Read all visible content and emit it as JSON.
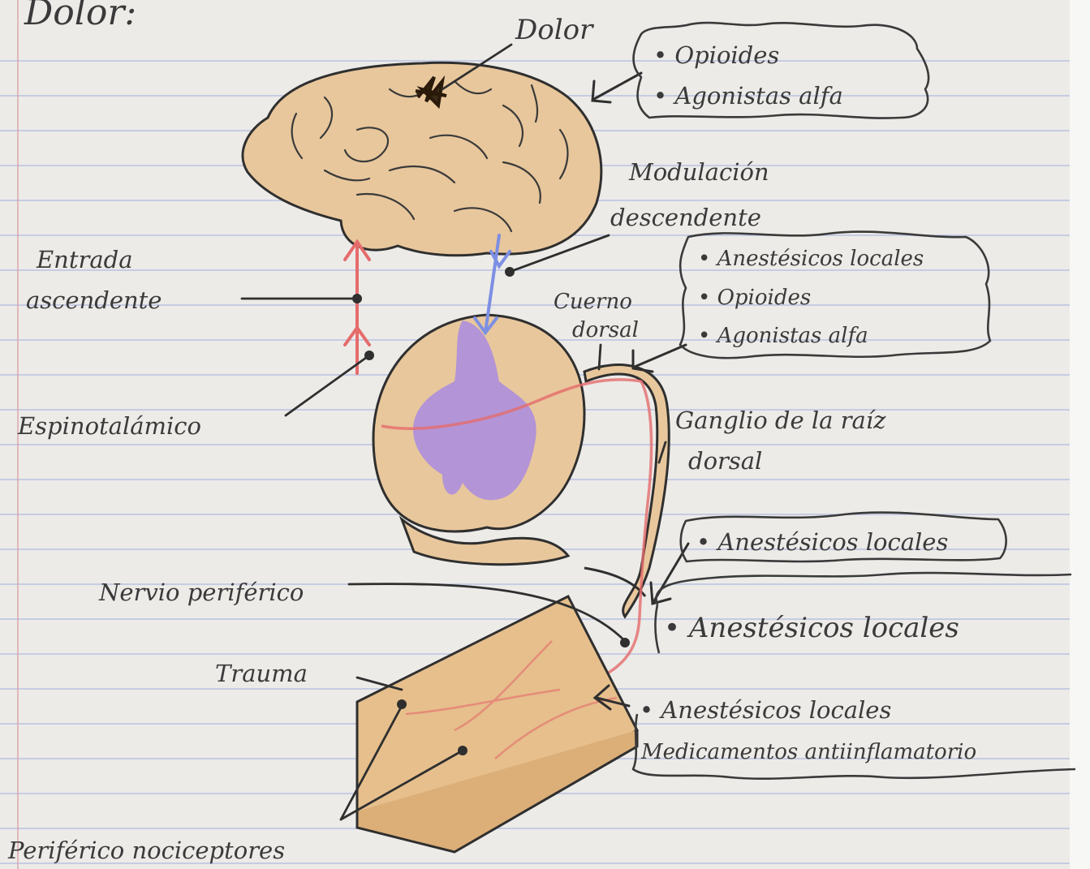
{
  "page_title": "Dolor:",
  "labels": {
    "dolor": "Dolor",
    "modulacion_1": "Modulación",
    "modulacion_2": "descendente",
    "entrada_1": "Entrada",
    "entrada_2": "ascendente",
    "cuerno_1": "Cuerno",
    "cuerno_2": "dorsal",
    "espinotalamico": "Espinotalámico",
    "ganglio_1": "Ganglio de la raíz",
    "ganglio_2": "dorsal",
    "nervio_periferico": "Nervio periférico",
    "trauma": "Trauma",
    "nociceptores": "Periférico nociceptores"
  },
  "boxes": {
    "brain": [
      "• Opioides",
      "• Agonistas alfa"
    ],
    "dorsal_horn": [
      "• Anestésicos locales",
      "• Opioides",
      "• Agonistas alfa"
    ],
    "ganglion": [
      "• Anestésicos locales"
    ],
    "nerve": [
      "• Anestésicos locales"
    ],
    "tissue": [
      "• Anestésicos locales",
      "Medicamentos antiinflamatorio"
    ]
  },
  "colors": {
    "paper": "#ecebe8",
    "ruled_line": "#b9c2e0",
    "margin_line": "#d9a3a8",
    "tan_fill": "#e8c79c",
    "tissue_fill": "#e6bf8c",
    "ink": "#2f2f2f",
    "ascending_red": "#e56b6b",
    "descending_blue": "#7d8fe3",
    "gray_matter_purple": "#a98be0"
  }
}
